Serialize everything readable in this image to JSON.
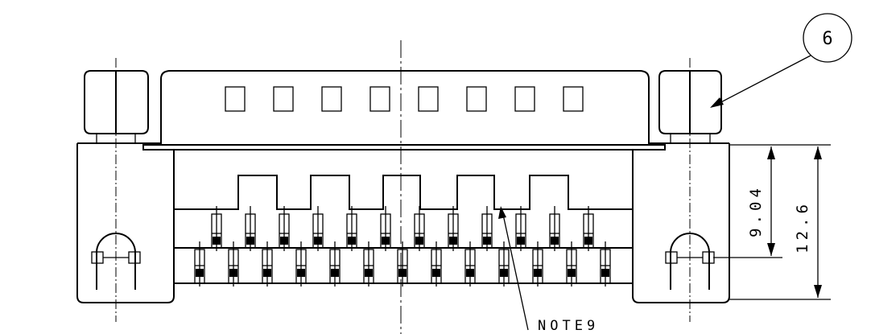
{
  "balloon": {
    "label": "6"
  },
  "note": {
    "label": "NOTE9"
  },
  "dimensions": [
    {
      "id": "inner",
      "label": "9.04"
    },
    {
      "id": "outer",
      "label": "12.6"
    }
  ],
  "connector": {
    "window_count": 8,
    "upper_contact_count": 12,
    "lower_contact_count": 13
  }
}
